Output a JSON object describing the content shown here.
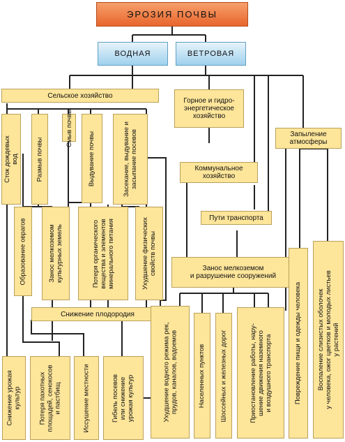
{
  "title": "ЭРОЗИЯ ПОЧВЫ",
  "water": "ВОДНАЯ",
  "wind": "ВЕТРОВАЯ",
  "agriculture": "Сельское хозяйство",
  "mining": "Горное и гидро-\nэнергетическое\nхозяйство",
  "communal": "Коммунальное\nхозяйство",
  "transport": "Пути транспорта",
  "dust": "Запыление\nатмосферы",
  "siltation": "Занос мелкоземом\nи разрушение сооружений",
  "fertility": "Снижение плодородия",
  "agri_causes": [
    "Сток дождевых\nвод",
    "Размыв почвы",
    "Смыв почвы",
    "Выдувание почвы",
    "Засекание, выдувание и\nзасыпание посевов"
  ],
  "mid_effects": [
    "Образование оврагов",
    "Занос мелкоземом\nкультурных земель",
    "Потеря органического\nвещества и элементов\nминерального питания",
    "Ухудшение физических\nсвойств почвы"
  ],
  "bottom_left": [
    "Снижение урожая\nкультур",
    "Потеря пахотных\nплощадей, сенокосов\nи пастбищ",
    "Иссушение местности",
    "Гибель посевов\nили снижение\nурожая культур"
  ],
  "bottom_right": [
    "Ухудшение водного режима рек,\nпрудов, каналов, водоемов",
    "Населенных пунктов",
    "Шоссейных и железных дорог",
    "Приостановление работы, нару-\nшение движения наземного\nи воздушного транспорта",
    "Повреждение пищи и одежды человека",
    "Воспаление слизистых оболочек\nу человека, ожог цветков и молодых листьев\nу растений"
  ]
}
